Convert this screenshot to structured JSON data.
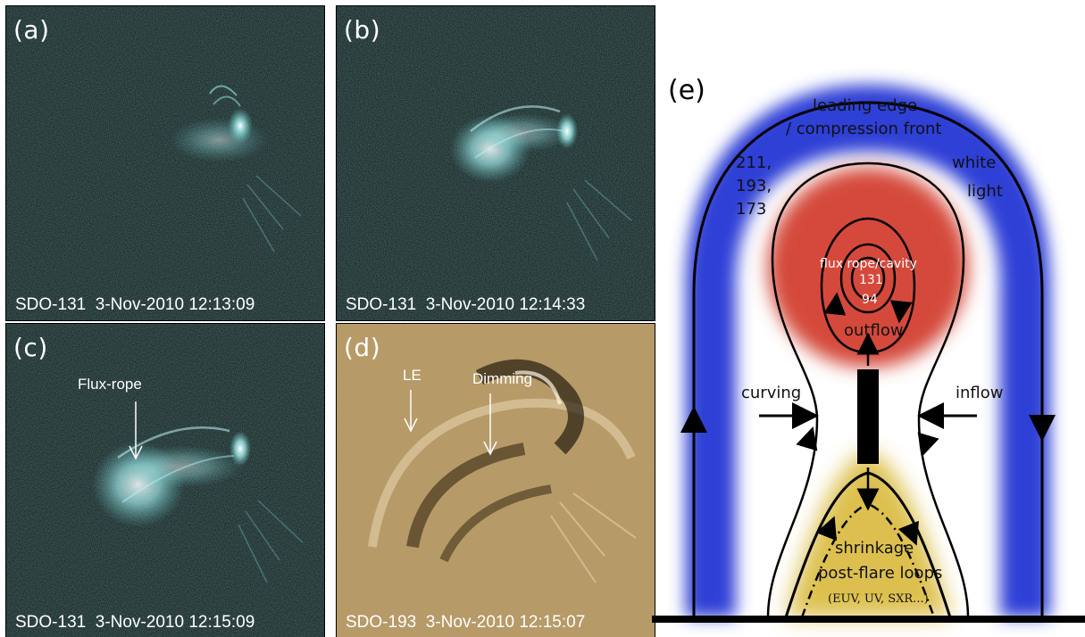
{
  "panels": [
    {
      "id": "a",
      "letter": "(a)",
      "caption": "SDO-131  3-Nov-2010 12:13:09"
    },
    {
      "id": "b",
      "letter": "(b)",
      "caption": "SDO-131  3-Nov-2010 12:14:33"
    },
    {
      "id": "c",
      "letter": "(c)",
      "caption": "SDO-131  3-Nov-2010 12:15:09",
      "annotation": "Flux-rope"
    },
    {
      "id": "d",
      "letter": "(d)",
      "caption": "SDO-193  3-Nov-2010 12:15:07",
      "annotation_le": "LE",
      "annotation_dimming": "Dimming"
    }
  ],
  "schematic": {
    "letter": "(e)",
    "leading_edge_1": "leading edge",
    "leading_edge_2": "/ compression front",
    "euv_1": "211,",
    "euv_2": "193,",
    "euv_3": "173",
    "white_1": "white",
    "white_2": "light",
    "flux_rope": "flux rope/cavity",
    "band_131": "131",
    "band_94": "94",
    "outflow": "outflow",
    "curving": "curving",
    "inflow": "inflow",
    "shrinkage": "shrinkage",
    "post_flare": "post-flare loops",
    "bands": "(EUV, UV, SXR...)"
  },
  "colors": {
    "aia131": "#8fe8e8",
    "aia193": "#c9a56a",
    "cme_front": "#2e3fd6",
    "flux_rope": "#d44a3a",
    "post_flare": "#d9b93a"
  }
}
